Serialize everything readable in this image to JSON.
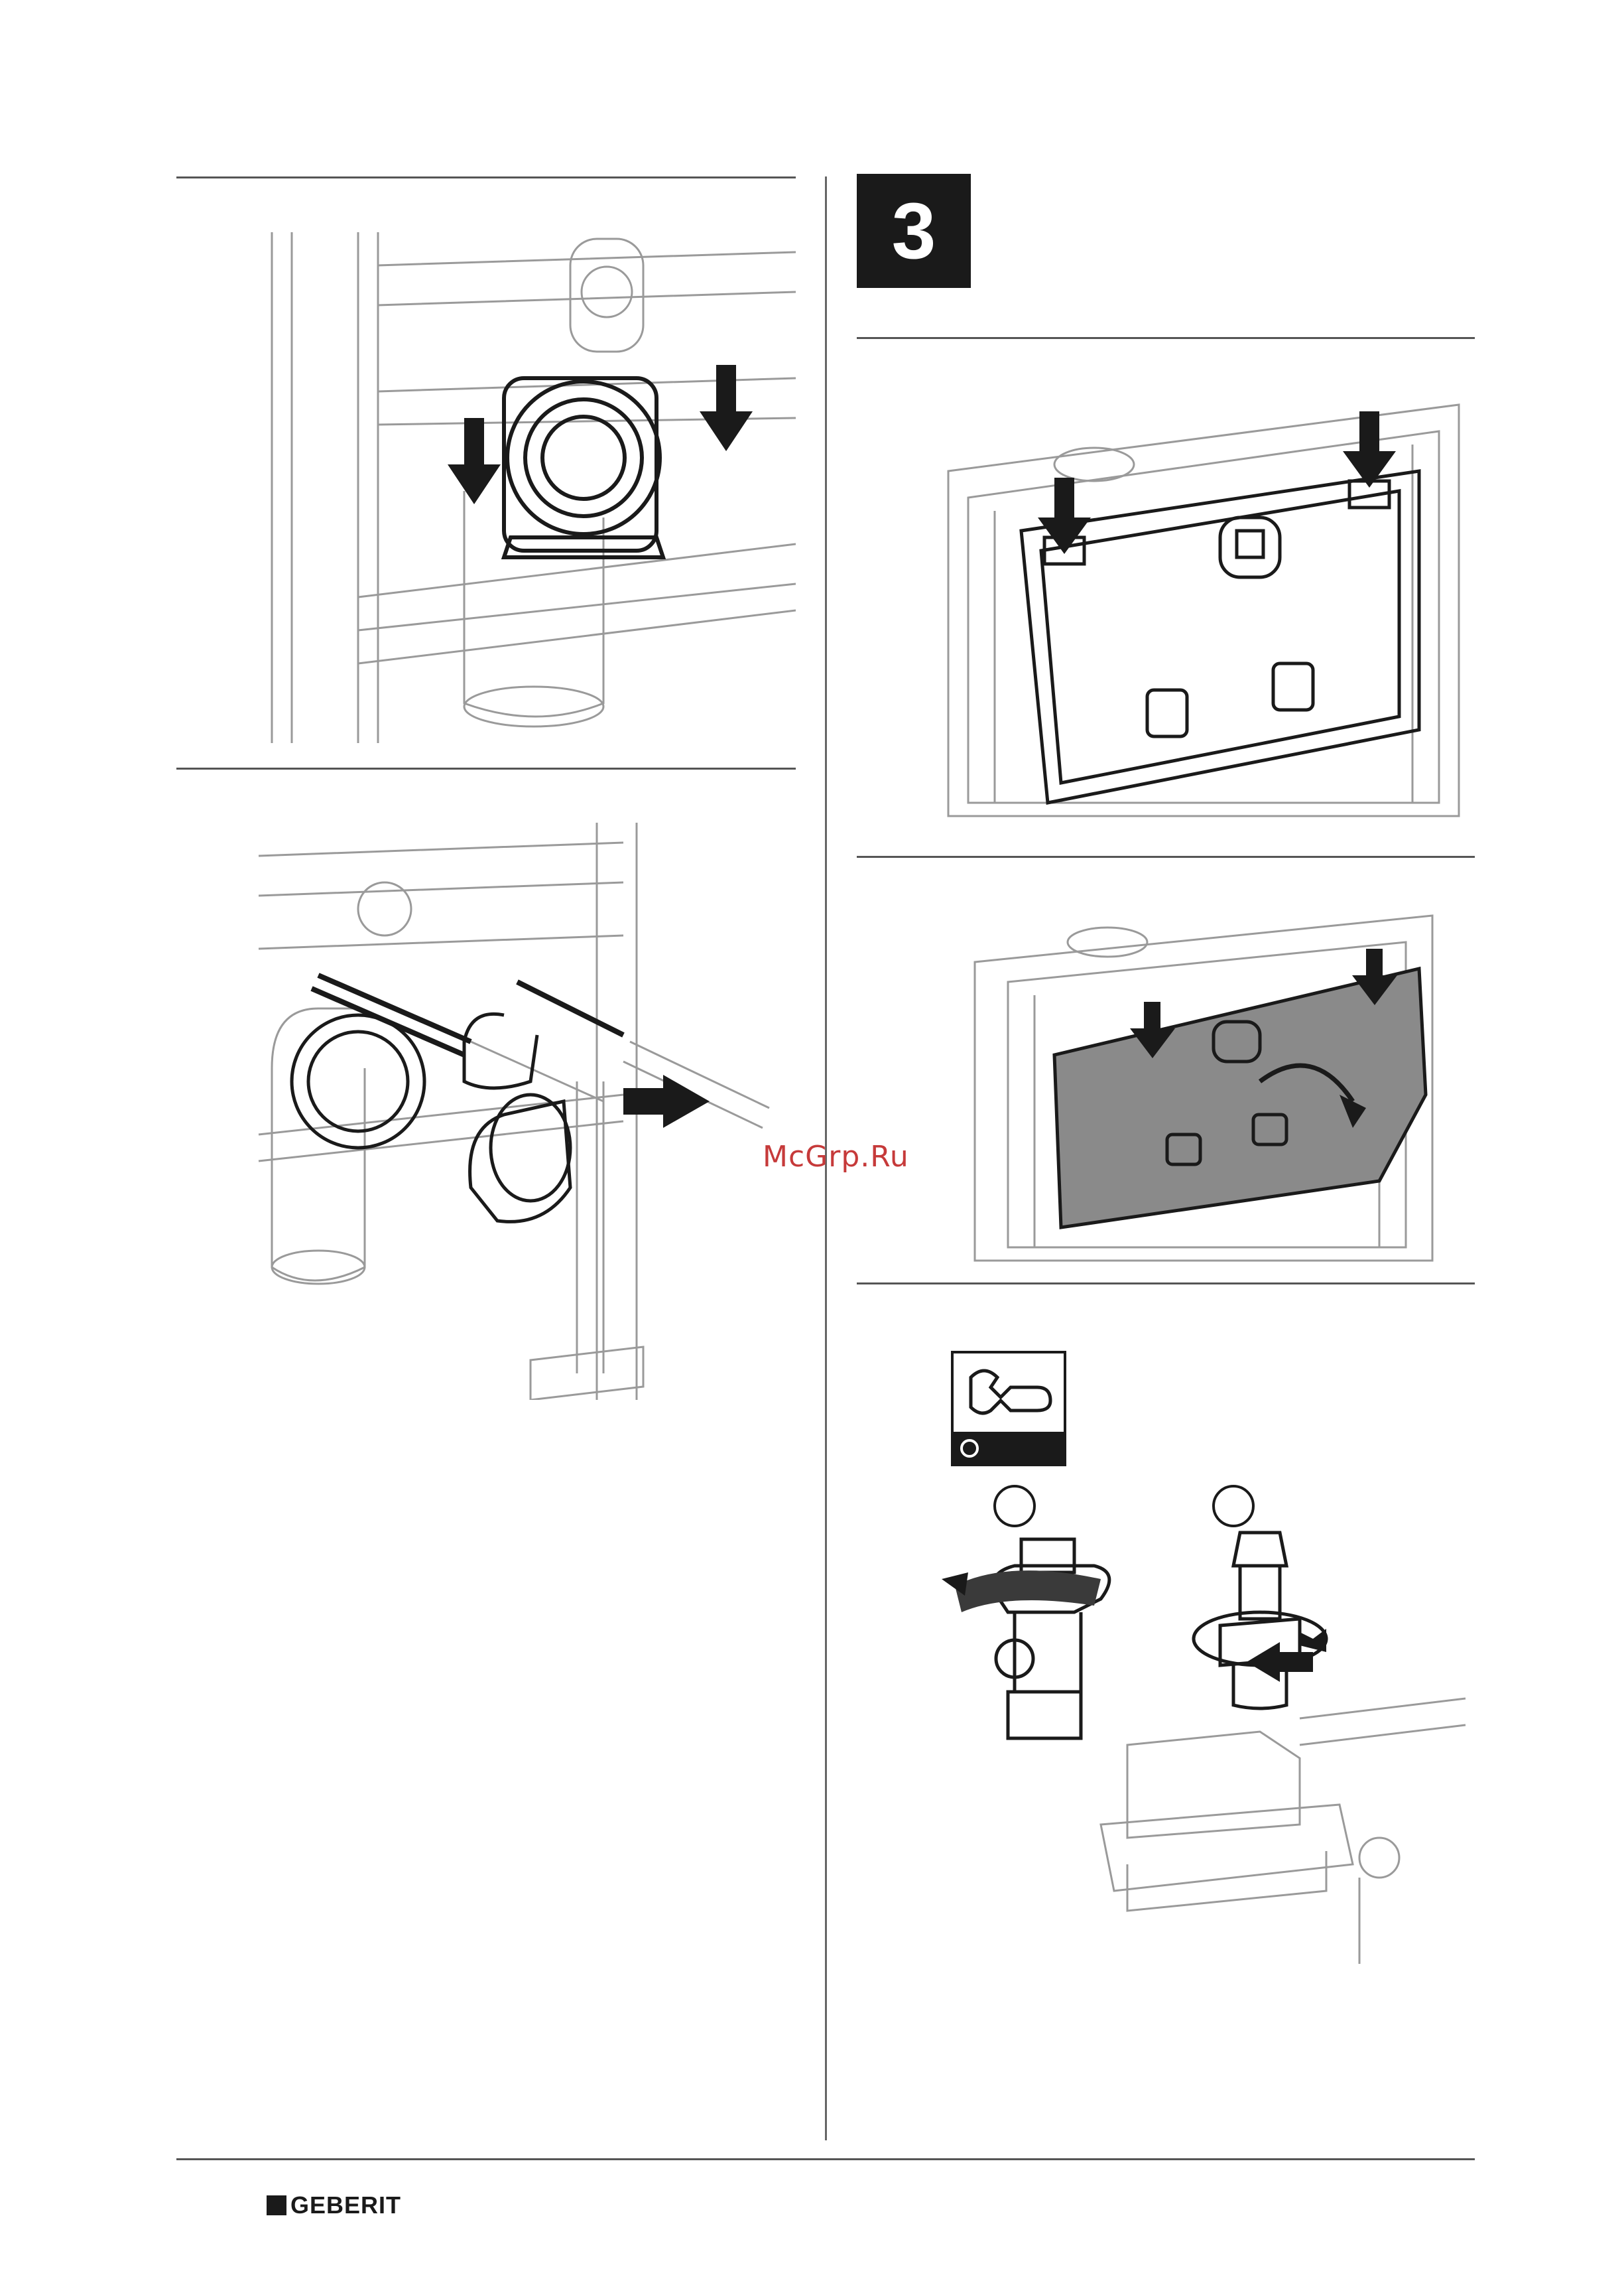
{
  "step": {
    "number": "3"
  },
  "watermark": {
    "text": "McGrp.Ru"
  },
  "footer": {
    "brand": "GEBERIT"
  },
  "icons": {
    "step_left_top": "frame-mounting-arrows-illustration",
    "step_left_bottom": "pipe-insertion-illustration",
    "step_right_top": "cover-plate-install-illustration",
    "step_right_middle": "cover-plate-rotate-illustration",
    "step_right_bottom": "valve-tightening-illustration",
    "tool": "open-end-wrench-icon"
  },
  "colors": {
    "ink": "#1a1a1a",
    "rule": "#555555",
    "watermark": "#c63a3a"
  }
}
